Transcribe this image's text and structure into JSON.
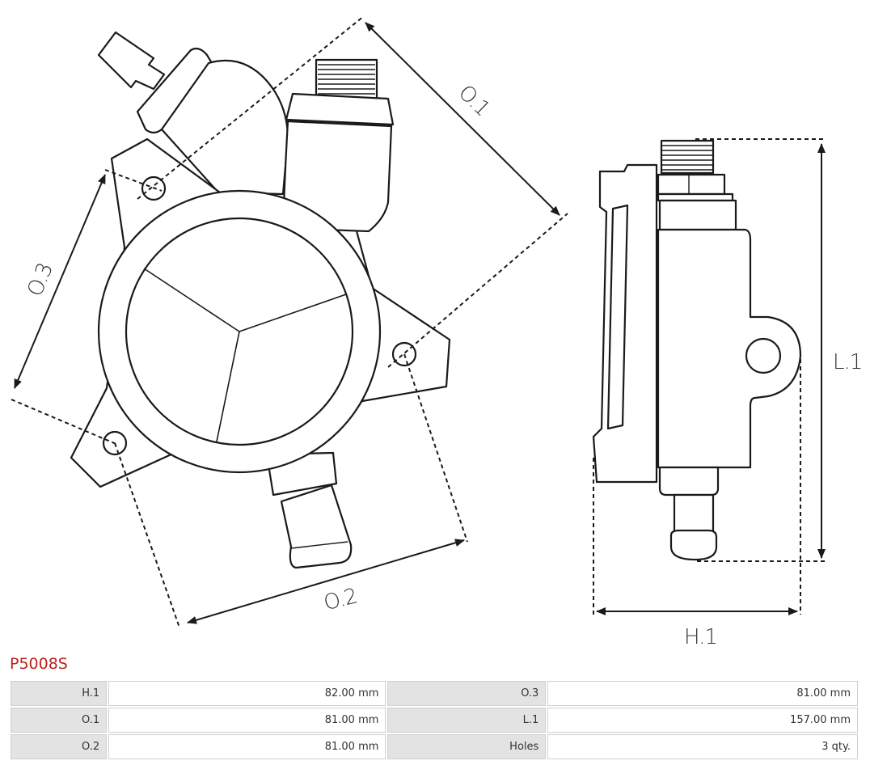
{
  "dimension_labels": {
    "o1": "O.1",
    "o2": "O.2",
    "o3": "O.3",
    "l1": "L.1",
    "h1": "H.1"
  },
  "part_number": "P5008S",
  "specs": [
    {
      "label_a": "H.1",
      "value_a": "82.00 mm",
      "label_b": "O.3",
      "value_b": "81.00 mm"
    },
    {
      "label_a": "O.1",
      "value_a": "81.00 mm",
      "label_b": "L.1",
      "value_b": "157.00 mm"
    },
    {
      "label_a": "O.2",
      "value_a": "81.00 mm",
      "label_b": "Holes",
      "value_b": "3 qty."
    }
  ],
  "colors": {
    "part_number": "#c0201a",
    "label_cell": "#e3e3e3",
    "line": "#1a1a1a"
  }
}
